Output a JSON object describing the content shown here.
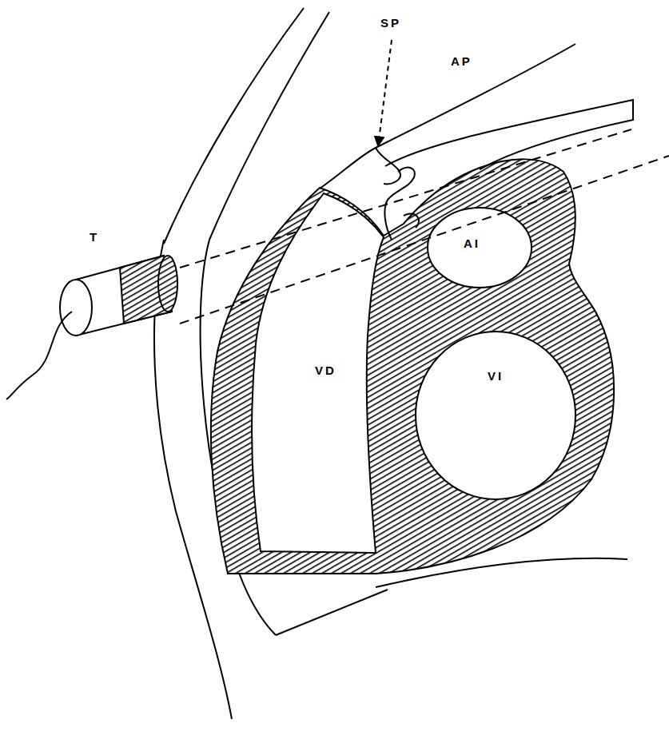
{
  "diagram": {
    "labels": [
      "SP",
      "AP",
      "T",
      "AI",
      "VD",
      "VI"
    ]
  }
}
